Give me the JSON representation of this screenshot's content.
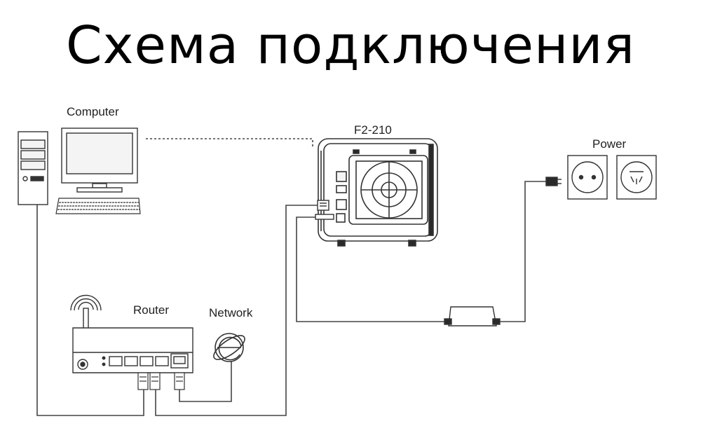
{
  "title": "Схема подключения",
  "labels": {
    "computer": "Computer",
    "device": "F2-210",
    "power": "Power",
    "router": "Router",
    "network": "Network"
  },
  "colors": {
    "line": "#444444",
    "stroke": "#333333",
    "fill_light": "#f4f4f4",
    "fill_dark": "#2a2a2a"
  },
  "icons": [
    "computer-tower-icon",
    "monitor-icon",
    "keyboard-icon",
    "nas-device-icon",
    "fan-icon",
    "power-outlet-eu-icon",
    "power-outlet-cn-icon",
    "power-plug-icon",
    "power-adapter-icon",
    "router-icon",
    "antenna-icon",
    "internet-explorer-icon",
    "rj45-connector-icon"
  ]
}
